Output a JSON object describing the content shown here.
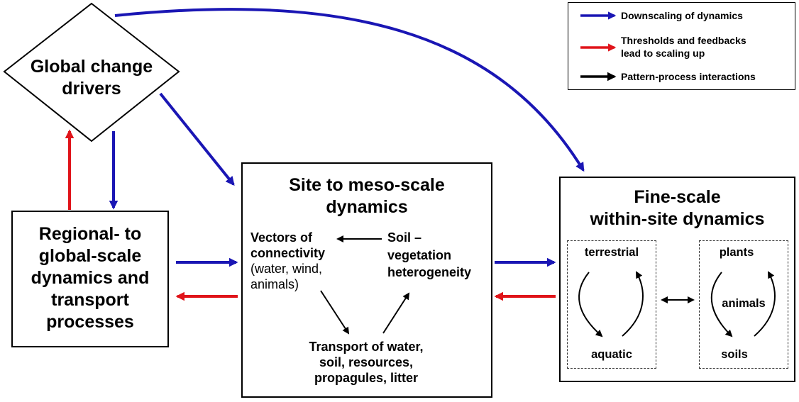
{
  "legend": {
    "downscaling": "Downscaling of dynamics",
    "thresholds_1": "Thresholds and feedbacks",
    "thresholds_2": "lead to scaling up",
    "pattern": "Pattern-process interactions",
    "colors": {
      "downscaling": "#1a16b4",
      "thresholds": "#e0141a",
      "pattern": "#000000"
    }
  },
  "global_drivers": {
    "line1": "Global change",
    "line2": "drivers"
  },
  "regional": {
    "line1": "Regional- to",
    "line2": "global-scale",
    "line3": "dynamics and",
    "line4": "transport",
    "line5": "processes"
  },
  "site": {
    "title1": "Site to meso-scale",
    "title2": "dynamics",
    "vectors_1": "Vectors of",
    "vectors_2": "connectivity",
    "vectors_3": "(water, wind,",
    "vectors_4": "animals)",
    "soil_1": "Soil –",
    "soil_2": "vegetation",
    "soil_3": "heterogeneity",
    "transport_1": "Transport of water,",
    "transport_2": "soil, resources,",
    "transport_3": "propagules, litter"
  },
  "fine": {
    "title1": "Fine-scale",
    "title2": "within-site dynamics",
    "terrestrial": "terrestrial",
    "aquatic": "aquatic",
    "plants": "plants",
    "animals": "animals",
    "soils": "soils"
  }
}
